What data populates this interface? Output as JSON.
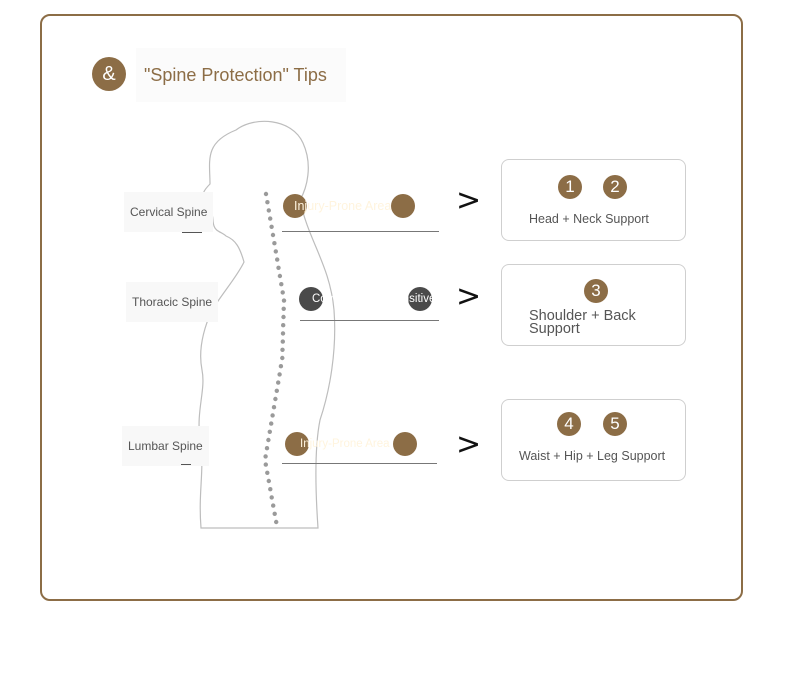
{
  "header": {
    "badge_symbol": "&",
    "title": "\"Spine Protection\" Tips"
  },
  "spine_labels": [
    {
      "id": "cervical",
      "label": "Cervical Spine"
    },
    {
      "id": "thoracic",
      "label": "Thoracic Spine"
    },
    {
      "id": "lumbar",
      "label": "Lumbar Spine"
    }
  ],
  "callouts": [
    {
      "text": "Injury-Prone Area",
      "color": "#8c6d46"
    },
    {
      "text": "Comparatively Sensitive",
      "color": "#4a4a4a"
    },
    {
      "text": "Injury-Prone Area",
      "color": "#8c6d46"
    }
  ],
  "arrow_glyph": ">",
  "support_boxes": [
    {
      "numbers": [
        "1",
        "2"
      ],
      "label": "Head + Neck Support"
    },
    {
      "numbers": [
        "3"
      ],
      "label": "Shoulder + Back Support"
    },
    {
      "numbers": [
        "4",
        "5"
      ],
      "label": "Waist + Hip + Leg Support"
    }
  ],
  "colors": {
    "accent": "#8c6d46",
    "dark": "#4a4a4a",
    "line": "#555555",
    "border": "#cfcfcf"
  }
}
